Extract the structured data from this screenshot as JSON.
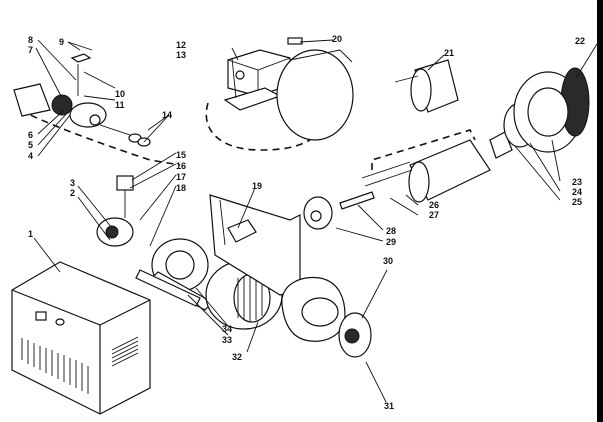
{
  "diagram": {
    "type": "exploded-parts-view",
    "subject": "burner assembly",
    "callouts": [
      {
        "id": "1",
        "label": "1"
      },
      {
        "id": "2",
        "label": "2"
      },
      {
        "id": "3",
        "label": "3"
      },
      {
        "id": "4",
        "label": "4"
      },
      {
        "id": "5",
        "label": "5"
      },
      {
        "id": "6",
        "label": "6"
      },
      {
        "id": "7",
        "label": "7"
      },
      {
        "id": "8",
        "label": "8"
      },
      {
        "id": "9",
        "label": "9"
      },
      {
        "id": "10",
        "label": "10"
      },
      {
        "id": "11",
        "label": "11"
      },
      {
        "id": "12",
        "label": "12"
      },
      {
        "id": "13",
        "label": "13"
      },
      {
        "id": "14",
        "label": "14"
      },
      {
        "id": "15",
        "label": "15"
      },
      {
        "id": "16",
        "label": "16"
      },
      {
        "id": "17",
        "label": "17"
      },
      {
        "id": "18",
        "label": "18"
      },
      {
        "id": "19",
        "label": "19"
      },
      {
        "id": "20",
        "label": "20"
      },
      {
        "id": "21",
        "label": "21"
      },
      {
        "id": "22",
        "label": "22"
      },
      {
        "id": "23",
        "label": "23"
      },
      {
        "id": "24",
        "label": "24"
      },
      {
        "id": "25",
        "label": "25"
      },
      {
        "id": "26",
        "label": "26"
      },
      {
        "id": "27",
        "label": "27"
      },
      {
        "id": "28",
        "label": "28"
      },
      {
        "id": "29",
        "label": "29"
      },
      {
        "id": "30",
        "label": "30"
      },
      {
        "id": "31",
        "label": "31"
      },
      {
        "id": "32",
        "label": "32"
      },
      {
        "id": "33",
        "label": "33"
      },
      {
        "id": "34",
        "label": "34"
      }
    ]
  }
}
